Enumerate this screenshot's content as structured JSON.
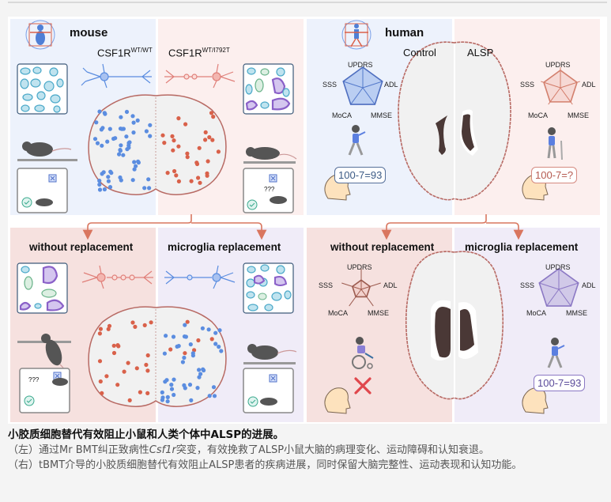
{
  "figure": {
    "top_left": {
      "species": "mouse",
      "genotype_control": "CSF1R",
      "genotype_control_sup": "WT/WT",
      "genotype_mutant": "CSF1R",
      "genotype_mutant_sup": "WT/I792T",
      "test_question": "???"
    },
    "top_right": {
      "species": "human",
      "group_control": "Control",
      "group_disease": "ALSP",
      "radar_axes": [
        "UPDRS",
        "ADL",
        "MMSE",
        "MoCA",
        "SSS"
      ],
      "calc_control": "100-7=93",
      "calc_disease": "100-7=?"
    },
    "bottom_left": {
      "label_without": "without replacement",
      "label_with": "microglia replacement",
      "test_question": "???"
    },
    "bottom_right": {
      "label_without": "without replacement",
      "label_with": "microglia replacement",
      "radar_axes": [
        "UPDRS",
        "ADL",
        "MMSE",
        "MoCA",
        "SSS"
      ],
      "calc_with": "100-7=93"
    },
    "colors": {
      "control_blue": "#5b8de0",
      "disease_red": "#d9614a",
      "replacement_purple": "#8b78c4",
      "arrow": "#d9765f",
      "outline": "#b86a64"
    }
  },
  "caption": {
    "title": "小胶质细胞替代有效阻止小鼠和人类个体中ALSP的进展。",
    "left_prefix": "（左）通过Mr BMT纠正致病性",
    "left_gene": "Csf1r",
    "left_suffix": "突变，有效挽救了ALSP小鼠大脑的病理变化、运动障碍和认知衰退。",
    "right": "（右）tBMT介导的小胶质细胞替代有效阻止ALSP患者的疾病进展，同时保留大脑完整性、运动表现和认知功能。"
  }
}
